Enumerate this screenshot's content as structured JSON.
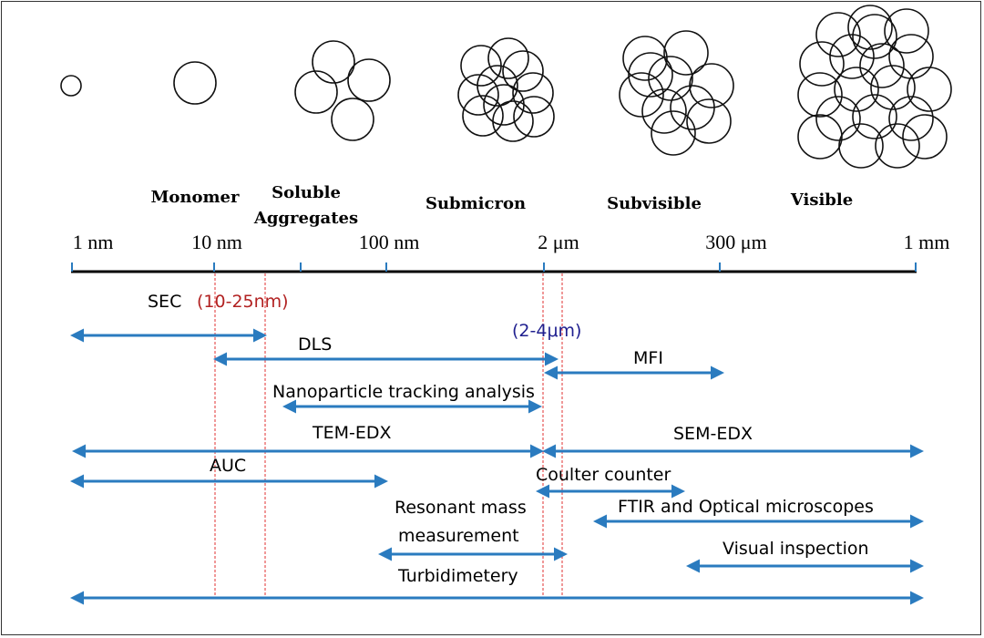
{
  "categories": {
    "monomer": "Monomer",
    "soluble_1": "Soluble",
    "soluble_2": "Aggregates",
    "submicron": "Submicron",
    "subvisible": "Subvisible",
    "visible": "Visible"
  },
  "scale_ticks": [
    "1 nm",
    "10 nm",
    "100 nm",
    "2 μm",
    "300 μm",
    "1 mm"
  ],
  "annotations": {
    "sec_range": "(10-25nm)",
    "dls_range": "(2-4μm)"
  },
  "methods": {
    "sec": "SEC",
    "dls": "DLS",
    "mfi": "MFI",
    "nta": "Nanoparticle tracking analysis",
    "tem": "TEM-EDX",
    "sem": "SEM-EDX",
    "auc": "AUC",
    "coulter": "Coulter counter",
    "ftir": "FTIR and Optical microscopes",
    "rmm_1": "Resonant mass",
    "rmm_2": "measurement",
    "visual": "Visual inspection",
    "turbidimetry": "Turbidimetery"
  },
  "colors": {
    "arrow": "#2a7bbf",
    "dashed": "#e03030",
    "sec_text": "#b22222",
    "dls_text": "#1f1f8f"
  }
}
